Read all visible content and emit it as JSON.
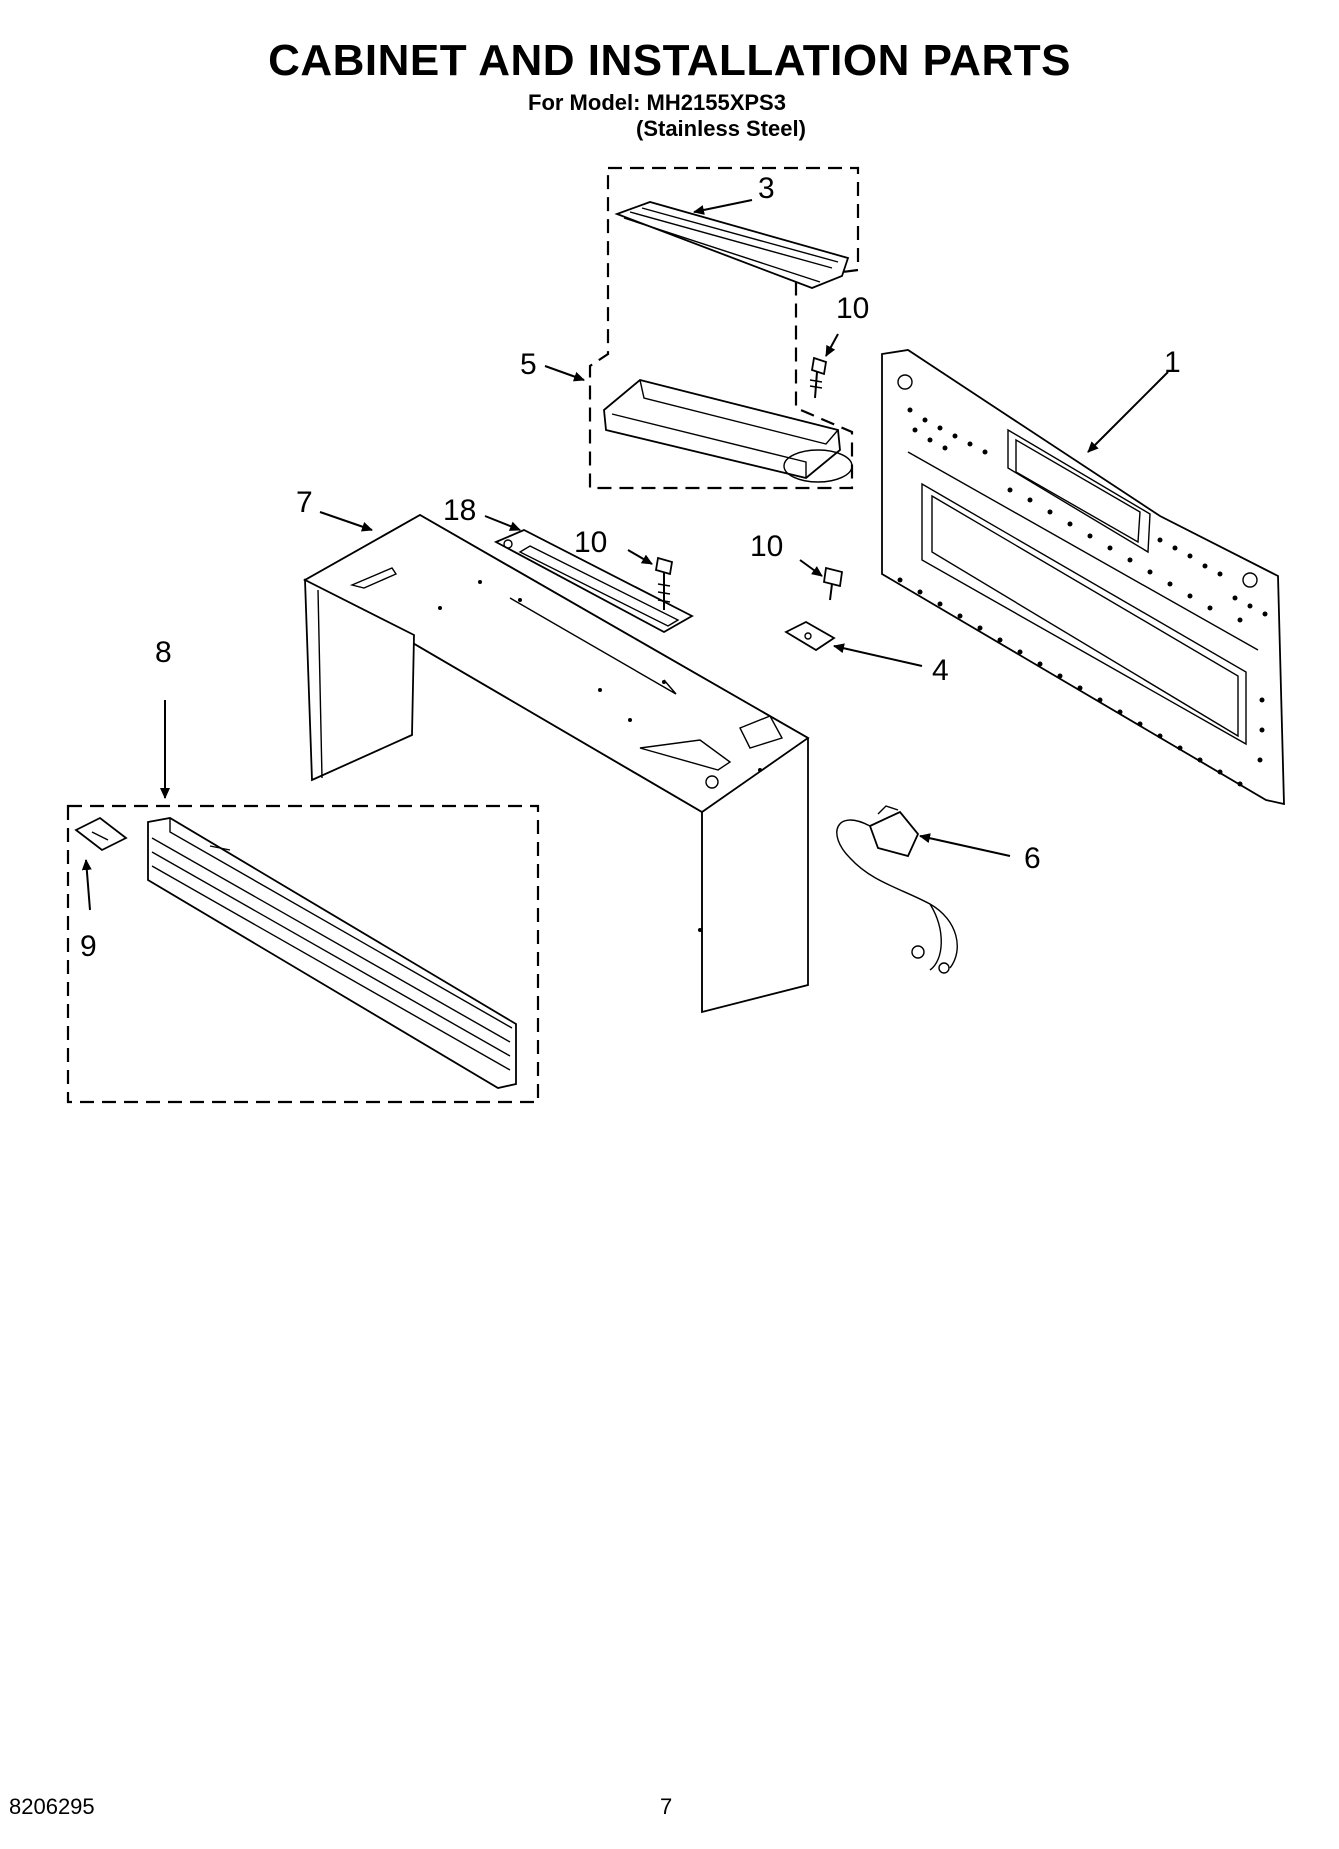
{
  "header": {
    "title": "CABINET AND INSTALLATION PARTS",
    "model_line": "For Model: MH2155XPS3",
    "model_variant": "(Stainless Steel)"
  },
  "callouts": {
    "c1": "1",
    "c3": "3",
    "c4": "4",
    "c5": "5",
    "c6": "6",
    "c7": "7",
    "c8": "8",
    "c9": "9",
    "c10a": "10",
    "c10b": "10",
    "c10c": "10",
    "c18": "18"
  },
  "footer": {
    "doc_number": "8206295",
    "page_number": "7"
  }
}
